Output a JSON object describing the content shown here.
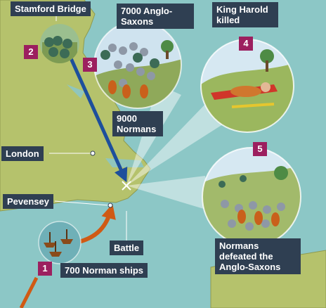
{
  "places": {
    "stamford_bridge": "Stamford Bridge",
    "london": "London",
    "pevensey": "Pevensey",
    "battle": "Battle"
  },
  "events": [
    {
      "number": "1",
      "caption": "700 Norman ships"
    },
    {
      "number": "2",
      "caption": ""
    },
    {
      "number": "3",
      "caption": "7000 Anglo-Saxons",
      "caption_secondary": "9000 Normans"
    },
    {
      "number": "4",
      "caption": "King Harold killed"
    },
    {
      "number": "5",
      "caption": "Normans defeated the Anglo-Saxons"
    }
  ],
  "colors": {
    "sea": "#8cc7c6",
    "land": "#b5c26c",
    "label_bg": "#2f3f52",
    "number_bg": "#9c1f5f",
    "arrow_blue": "#1d4f9c",
    "arrow_orange": "#d05a14"
  }
}
